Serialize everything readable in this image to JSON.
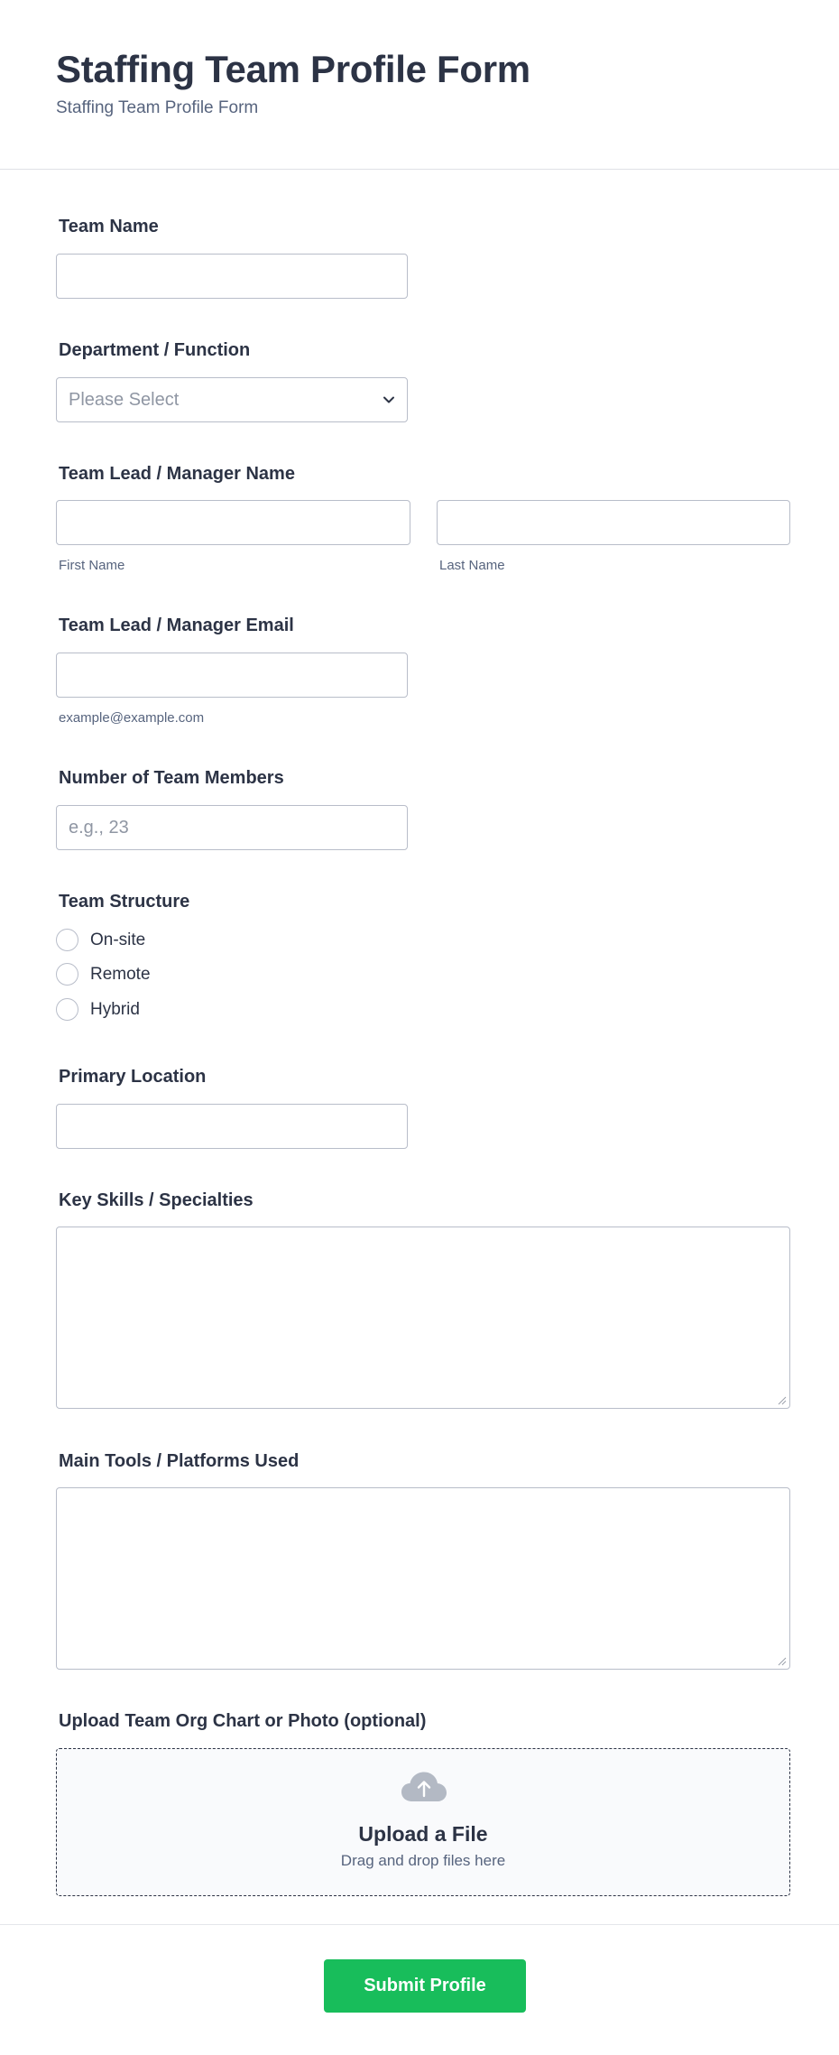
{
  "form": {
    "title": "Staffing Team Profile Form",
    "subtitle": "Staffing Team Profile Form"
  },
  "fields": {
    "team_name": {
      "label": "Team Name",
      "value": ""
    },
    "department": {
      "label": "Department / Function",
      "placeholder": "Please Select",
      "selected": ""
    },
    "lead_name": {
      "label": "Team Lead / Manager Name",
      "first_sublabel": "First Name",
      "last_sublabel": "Last Name",
      "first_value": "",
      "last_value": ""
    },
    "lead_email": {
      "label": "Team Lead / Manager Email",
      "sublabel": "example@example.com",
      "value": ""
    },
    "member_count": {
      "label": "Number of Team Members",
      "placeholder": "e.g., 23",
      "value": ""
    },
    "structure": {
      "label": "Team Structure",
      "options": [
        "On-site",
        "Remote",
        "Hybrid"
      ]
    },
    "location": {
      "label": "Primary Location",
      "value": ""
    },
    "skills": {
      "label": "Key Skills / Specialties",
      "value": ""
    },
    "tools": {
      "label": "Main Tools / Platforms Used",
      "value": ""
    },
    "upload": {
      "label": "Upload Team Org Chart or Photo (optional)",
      "title": "Upload a File",
      "hint": "Drag and drop files here"
    }
  },
  "submit": {
    "label": "Submit Profile"
  },
  "icons": {
    "dropdown": "chevron-down-icon",
    "upload": "cloud-upload-icon",
    "resize": "resize-grip-icon"
  },
  "colors": {
    "text": "#2c3345",
    "muted": "#57647e",
    "border": "#b8bdc9",
    "submit": "#18bd5b"
  }
}
